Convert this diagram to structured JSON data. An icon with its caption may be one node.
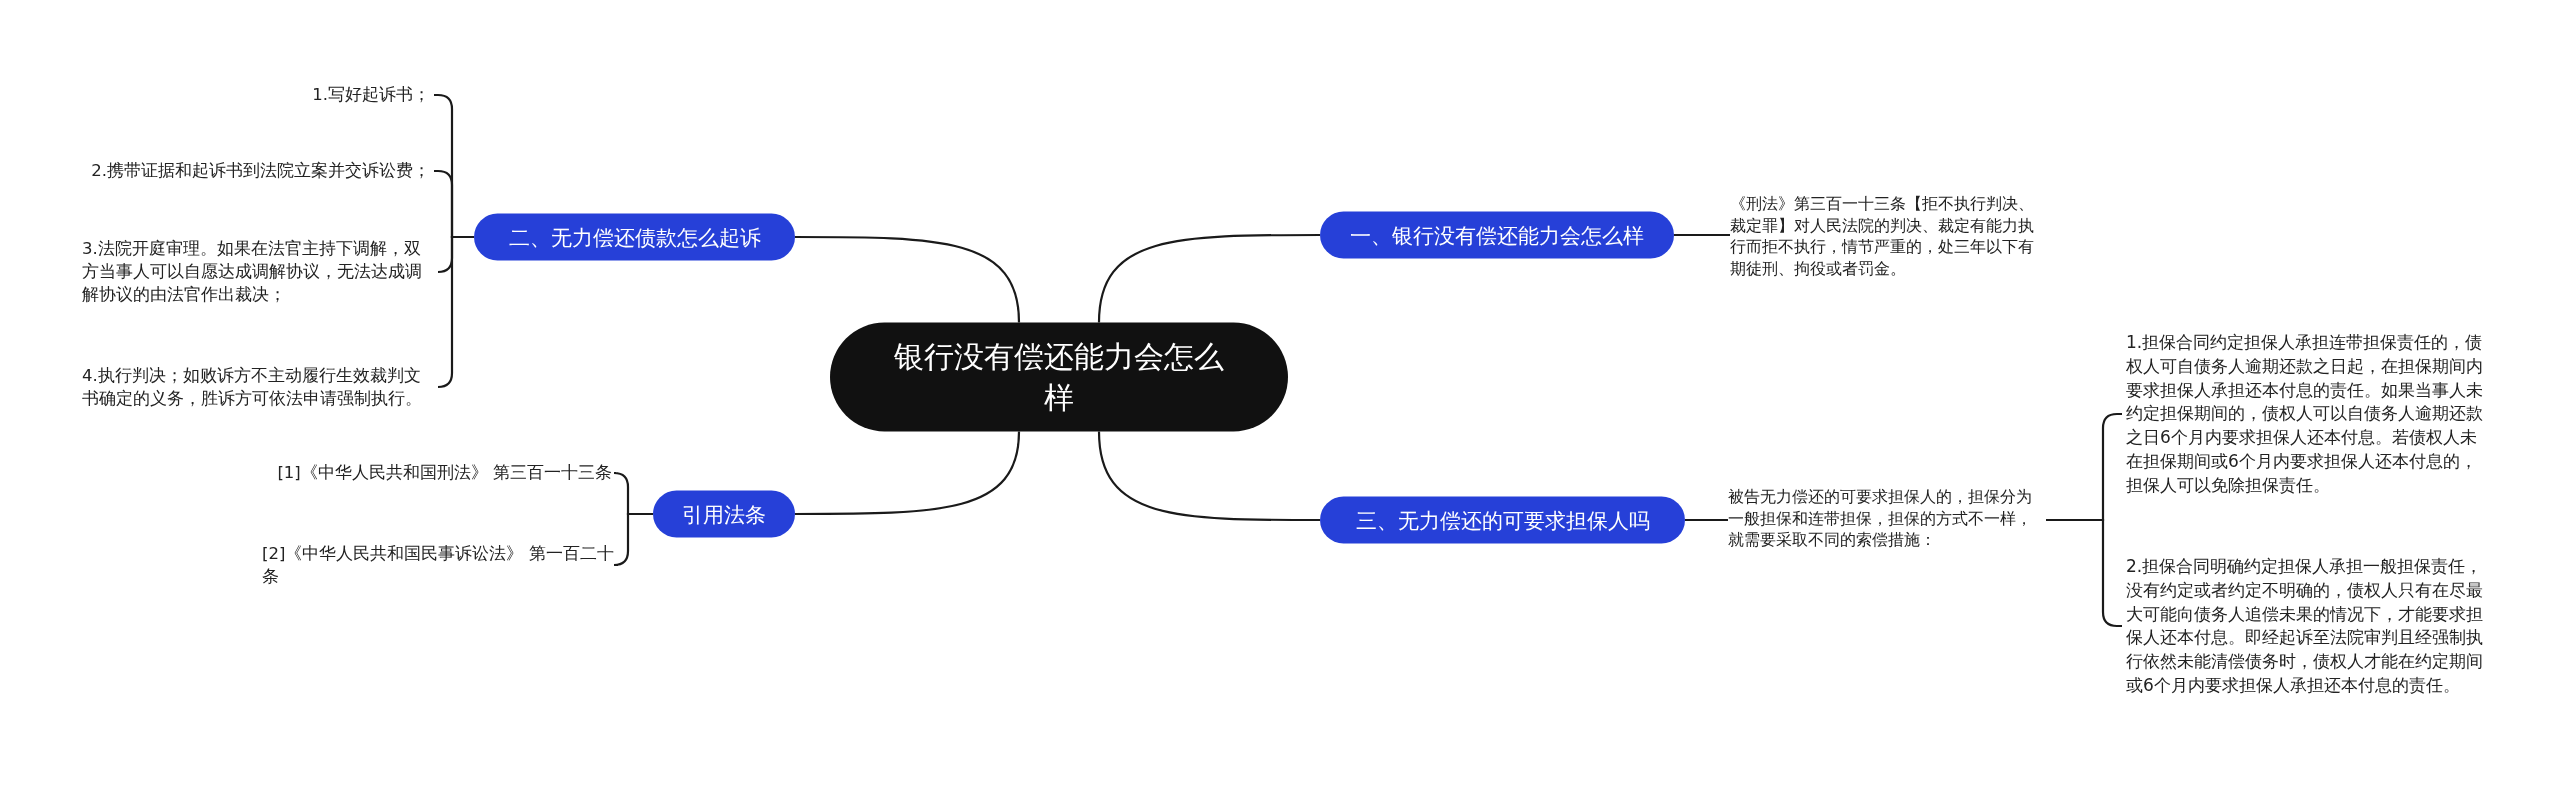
{
  "diagram": {
    "nodes": [
      {
        "text": [
          "银行没有偿还能力会怎么样"
        ]
      },
      {
        "text": [
          "一、银行没有偿还能力会怎么样"
        ]
      },
      {
        "text": [
          "《刑法》第三百一十三条【拒不执行判决、裁定罪】对人民法院的判决、裁定有能力执行而拒不执行，情节严重的，处三年以下有期徒刑、拘役或者罚金。"
        ]
      },
      {
        "text": [
          "三、无力偿还的可要求担保人吗"
        ]
      },
      {
        "text": [
          "被告无力偿还的可要求担保人的，担保分为一般担保和连带担保，担保的方式不一样，就需要采取不同的索偿措施："
        ]
      },
      {
        "text": [
          "1.担保合同约定担保人承担连带担保责任的，债权人可自债务人逾期还款之日起，在担保期间内要求担保人承担还本付息的责任。如果当事人未约定担保期间的，债权人可以自债务人逾期还款之日6个月内要求担保人还本付息。若债权人未在担保期间或6个月内要求担保人还本付息的，担保人可以免除担保责任。"
        ]
      },
      {
        "text": [
          "2.担保合同明确约定担保人承担一般担保责任，没有约定或者约定不明确的，债权人只有在尽最大可能向债务人追偿未果的情况下，才能要求担保人还本付息。即经起诉至法院审判且经强制执行依然未能清偿债务时，债权人才能在约定期间或6个月内要求担保人承担还本付息的责任。"
        ]
      },
      {
        "text": [
          "二、无力偿还债款怎么起诉"
        ]
      },
      {
        "text": [
          "1.写好起诉书；"
        ]
      },
      {
        "text": [
          "2.携带证据和起诉书到法院立案并交诉讼费；"
        ]
      },
      {
        "text": [
          "3.法院开庭审理。如果在法官主持下调解，双方当事人可以自愿达成调解协议，无法达成调解协议的由法官作出裁决；"
        ]
      },
      {
        "text": [
          "4.执行判决；如败诉方不主动履行生效裁判文书确定的义务，胜诉方可依法申请强制执行。"
        ]
      },
      {
        "text": [
          "引用法条"
        ]
      },
      {
        "text": [
          "[1]《中华人民共和国刑法》 第三百一十三条"
        ]
      },
      {
        "text": [
          "[2]《中华人民共和国民事诉讼法》 第一百二十条"
        ]
      }
    ],
    "edges": [
      {
        "from": 0,
        "to": 1,
        "arrow": "none"
      },
      {
        "from": 1,
        "to": 2,
        "arrow": "none"
      },
      {
        "from": 0,
        "to": 3,
        "arrow": "none"
      },
      {
        "from": 3,
        "to": 4,
        "arrow": "none"
      },
      {
        "from": 4,
        "to": 5,
        "arrow": "none"
      },
      {
        "from": 4,
        "to": 6,
        "arrow": "none"
      },
      {
        "from": 0,
        "to": 7,
        "arrow": "none"
      },
      {
        "from": 7,
        "to": 8,
        "arrow": "none"
      },
      {
        "from": 7,
        "to": 9,
        "arrow": "none"
      },
      {
        "from": 7,
        "to": 10,
        "arrow": "none"
      },
      {
        "from": 7,
        "to": 11,
        "arrow": "none"
      },
      {
        "from": 0,
        "to": 12,
        "arrow": "none"
      },
      {
        "from": 12,
        "to": 13,
        "arrow": "none"
      },
      {
        "from": 12,
        "to": 14,
        "arrow": "none"
      }
    ]
  }
}
